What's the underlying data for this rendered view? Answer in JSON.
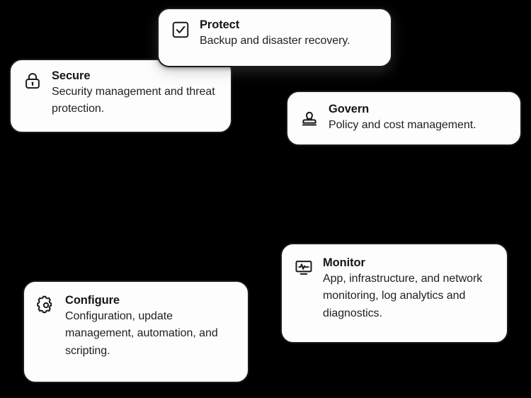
{
  "canvas": {
    "background_color": "#000000",
    "card_background_color": "#fdfdfd",
    "card_border_color": "#1b1b1b",
    "text_color": "#161616"
  },
  "cards": [
    {
      "id": "protect",
      "icon": "checkbox-checked-icon",
      "title": "Protect",
      "description": "Backup and disaster recovery."
    },
    {
      "id": "secure",
      "icon": "lock-icon",
      "title": "Secure",
      "description": "Security management and threat protection."
    },
    {
      "id": "govern",
      "icon": "stamp-icon",
      "title": "Govern",
      "description": "Policy and cost management."
    },
    {
      "id": "monitor",
      "icon": "monitor-pulse-icon",
      "title": "Monitor",
      "description": "App, infrastructure, and network monitoring, log analytics and diagnostics."
    },
    {
      "id": "configure",
      "icon": "gear-icon",
      "title": "Configure",
      "description": "Configuration, update management, automation, and scripting."
    }
  ]
}
